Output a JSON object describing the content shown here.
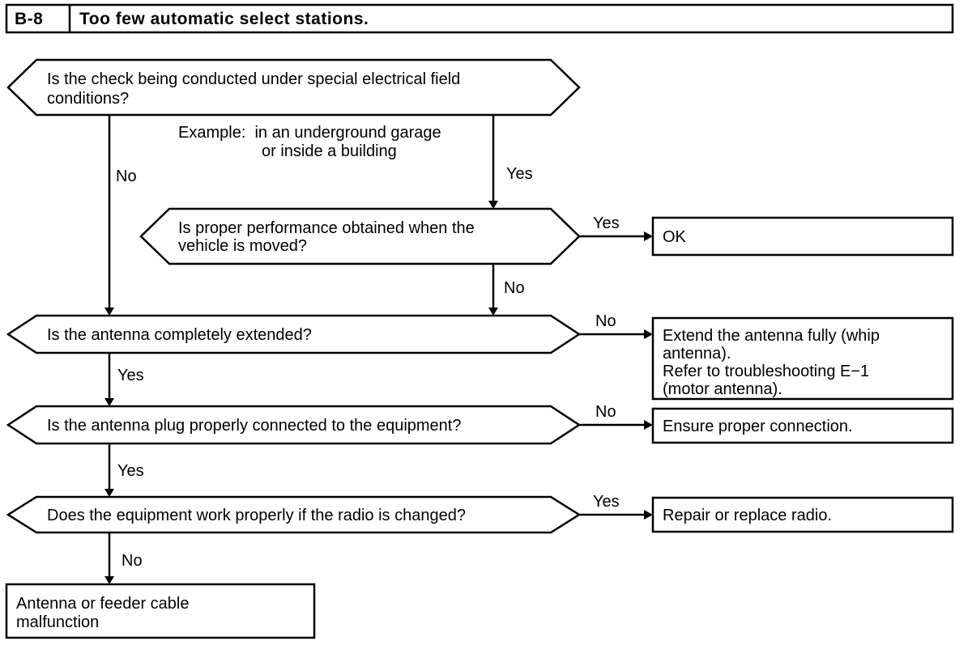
{
  "header": {
    "code": "B-8",
    "title": "Too few automatic select stations."
  },
  "questions": {
    "q1": {
      "line1": "Is the check being conducted under special electrical field",
      "line2": "conditions?"
    },
    "example": {
      "line1": "Example:  in an underground garage",
      "line2": "or inside a building"
    },
    "q2": {
      "line1": "Is proper performance obtained when the",
      "line2": "vehicle is moved?"
    },
    "q3": "Is the antenna completely extended?",
    "q4": "Is the antenna plug properly connected to the equipment?",
    "q5": "Does the equipment work properly if the radio is changed?"
  },
  "results": {
    "ok": "OK",
    "extend": {
      "line1": "Extend the antenna fully (whip",
      "line2": "antenna).",
      "line3": "Refer to troubleshooting E−1",
      "line4": "(motor antenna)."
    },
    "connect": "Ensure proper connection.",
    "repair": "Repair or replace radio.",
    "cable": {
      "line1": "Antenna or feeder cable",
      "line2": "malfunction"
    }
  },
  "edges": {
    "q1_no": "No",
    "q1_yes": "Yes",
    "q2_yes": "Yes",
    "q2_no": "No",
    "q3_no": "No",
    "q3_yes": "Yes",
    "q4_no": "No",
    "q4_yes": "Yes",
    "q5_yes": "Yes",
    "q5_no": "No"
  }
}
